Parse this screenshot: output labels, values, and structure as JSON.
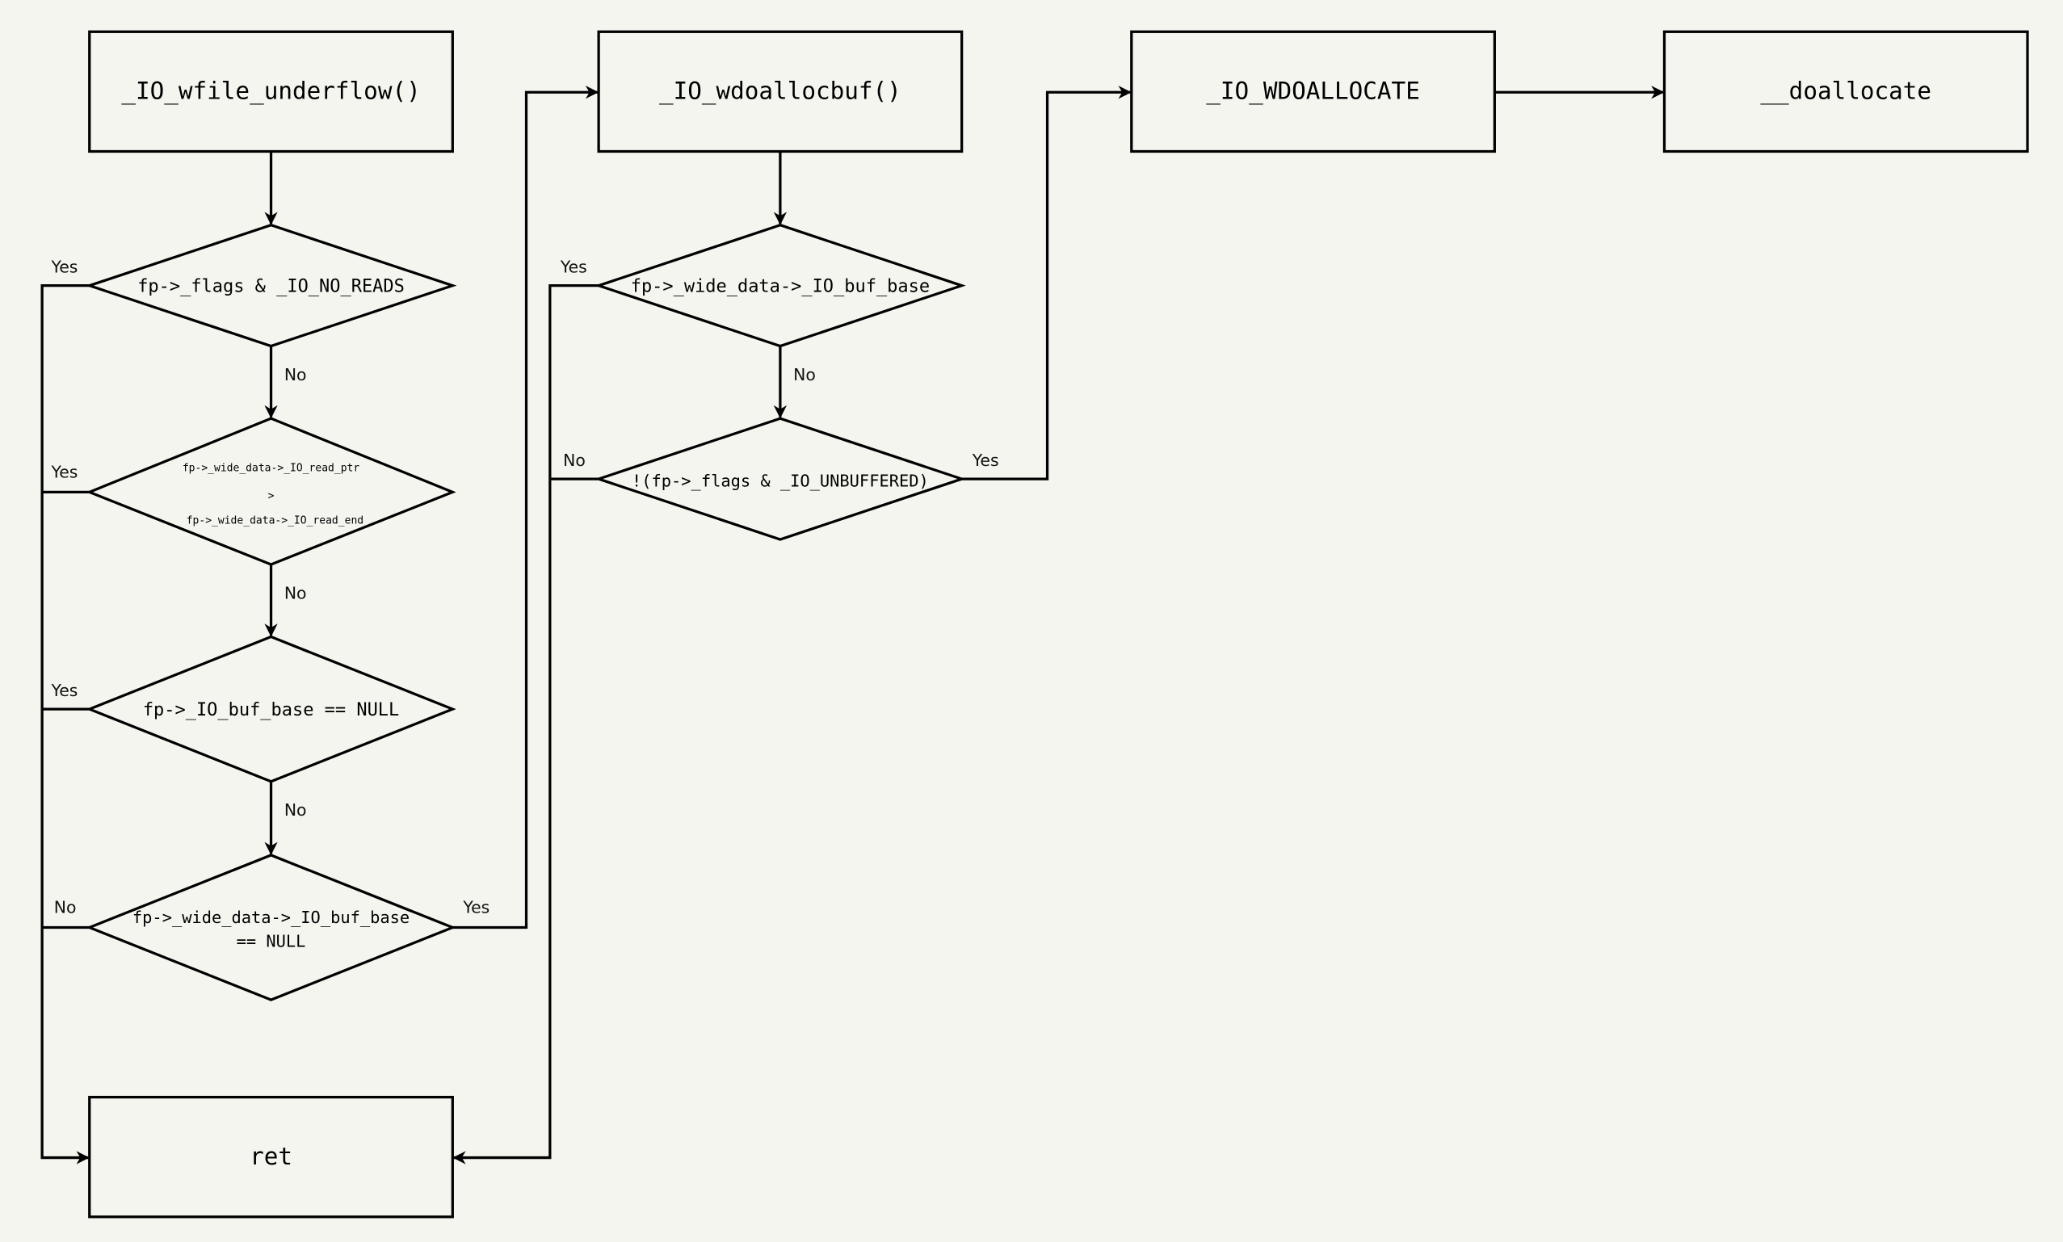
{
  "nodes": {
    "wfile_underflow": "_IO_wfile_underflow()",
    "wdoallocbuf": "_IO_wdoallocbuf()",
    "wdoallocate": "_IO_WDOALLOCATE",
    "doallocate": "__doallocate",
    "ret": "ret",
    "cond_no_reads": "fp->_flags & _IO_NO_READS",
    "cond_read_ptr_line1": "fp->_wide_data->_IO_read_ptr",
    "cond_read_ptr_line2": ">",
    "cond_read_ptr_line3": "fp->_wide_data->_IO_read_end",
    "cond_buf_base_null": "fp->_IO_buf_base == NULL",
    "cond_wide_buf_base_null_line1": "fp->_wide_data->_IO_buf_base",
    "cond_wide_buf_base_null_line2": "== NULL",
    "cond_wide_buf_base": "fp->_wide_data->_IO_buf_base",
    "cond_unbuffered": "!(fp->_flags & _IO_UNBUFFERED)"
  },
  "edge_labels": {
    "yes": "Yes",
    "no": "No"
  }
}
